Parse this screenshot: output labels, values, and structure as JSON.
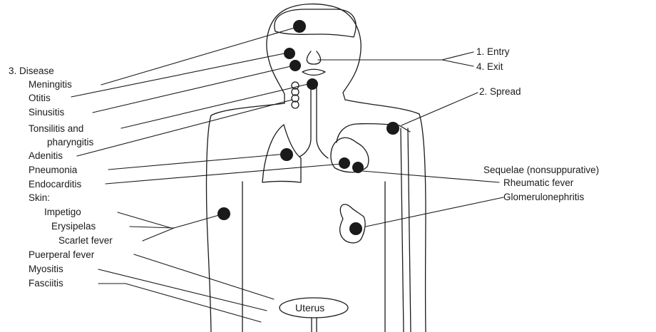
{
  "left_labels": {
    "disease_header": "3. Disease",
    "meningitis": "Meningitis",
    "otitis": "Otitis",
    "sinusitis": "Sinusitis",
    "tonsillitis": "Tonsilitis and",
    "pharyngitis": "pharyngitis",
    "adenitis": "Adenitis",
    "pneumonia": "Pneumonia",
    "endocarditis": "Endocarditis",
    "skin": "Skin:",
    "impetigo": "Impetigo",
    "erysipelas": "Erysipelas",
    "scarlet_fever": "Scarlet fever",
    "puerperal_fever": "Puerperal fever",
    "myositis": "Myositis",
    "fasciitis": "Fasciitis"
  },
  "right_labels": {
    "entry": "1. Entry",
    "exit": "4. Exit",
    "spread": "2. Spread",
    "sequelae": "Sequelae (nonsuppurative)",
    "rheumatic_fever": "Rheumatic fever",
    "glomerulonephritis": "Glomerulonephritis"
  },
  "organs": {
    "uterus": "Uterus"
  },
  "colors": {
    "line": "#1a1a1a",
    "dot": "#1a1a1a",
    "background": "#ffffff"
  }
}
